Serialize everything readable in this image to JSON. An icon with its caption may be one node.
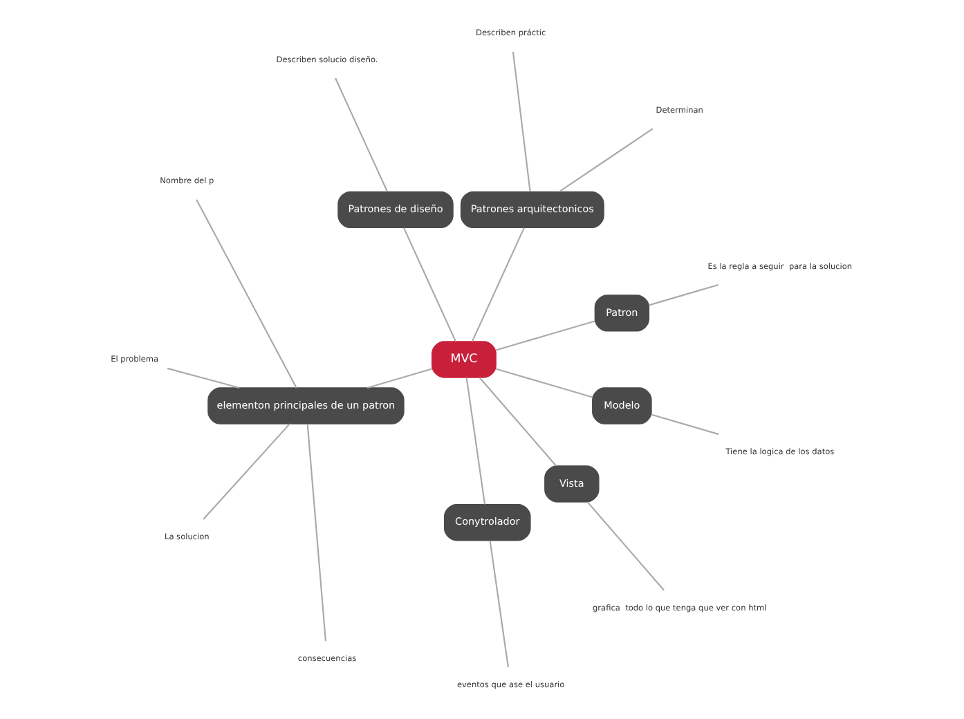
{
  "diagram": {
    "nodes": [
      {
        "text": [
          "MVC"
        ]
      },
      {
        "text": [
          "Patron"
        ]
      },
      {
        "text": [
          "Es la regla a seguir  para la solucion"
        ]
      },
      {
        "text": [
          "Patrones arquitectonicos"
        ]
      },
      {
        "text": [
          "Determinan"
        ]
      },
      {
        "text": [
          "Describen práctic"
        ]
      },
      {
        "text": [
          "Patrones de diseño"
        ]
      },
      {
        "text": [
          "Describen solucio diseño."
        ]
      },
      {
        "text": [
          "elementon principales de un patron"
        ]
      },
      {
        "text": [
          "Nombre del p"
        ]
      },
      {
        "text": [
          "El problema"
        ]
      },
      {
        "text": [
          "La solucion"
        ]
      },
      {
        "text": [
          "consecuencias"
        ]
      },
      {
        "text": [
          "Conytrolador"
        ]
      },
      {
        "text": [
          "eventos que ase el usuario"
        ]
      },
      {
        "text": [
          "Vista"
        ]
      },
      {
        "text": [
          "grafica  todo lo que tenga que ver con html"
        ]
      },
      {
        "text": [
          "Modelo"
        ]
      },
      {
        "text": [
          "Tiene la logica de los datos"
        ]
      }
    ],
    "edges": [
      {
        "from": 0,
        "to": 1,
        "arrow": "none"
      },
      {
        "from": 1,
        "to": 2,
        "arrow": "none"
      },
      {
        "from": 0,
        "to": 3,
        "arrow": "none"
      },
      {
        "from": 3,
        "to": 4,
        "arrow": "none"
      },
      {
        "from": 3,
        "to": 5,
        "arrow": "none"
      },
      {
        "from": 0,
        "to": 6,
        "arrow": "none"
      },
      {
        "from": 6,
        "to": 7,
        "arrow": "none"
      },
      {
        "from": 0,
        "to": 8,
        "arrow": "none"
      },
      {
        "from": 8,
        "to": 9,
        "arrow": "none"
      },
      {
        "from": 8,
        "to": 10,
        "arrow": "none"
      },
      {
        "from": 8,
        "to": 11,
        "arrow": "none"
      },
      {
        "from": 8,
        "to": 12,
        "arrow": "none"
      },
      {
        "from": 0,
        "to": 13,
        "arrow": "none"
      },
      {
        "from": 13,
        "to": 14,
        "arrow": "none"
      },
      {
        "from": 0,
        "to": 15,
        "arrow": "none"
      },
      {
        "from": 15,
        "to": 16,
        "arrow": "none"
      },
      {
        "from": 0,
        "to": 17,
        "arrow": "none"
      },
      {
        "from": 17,
        "to": 18,
        "arrow": "none"
      }
    ]
  }
}
